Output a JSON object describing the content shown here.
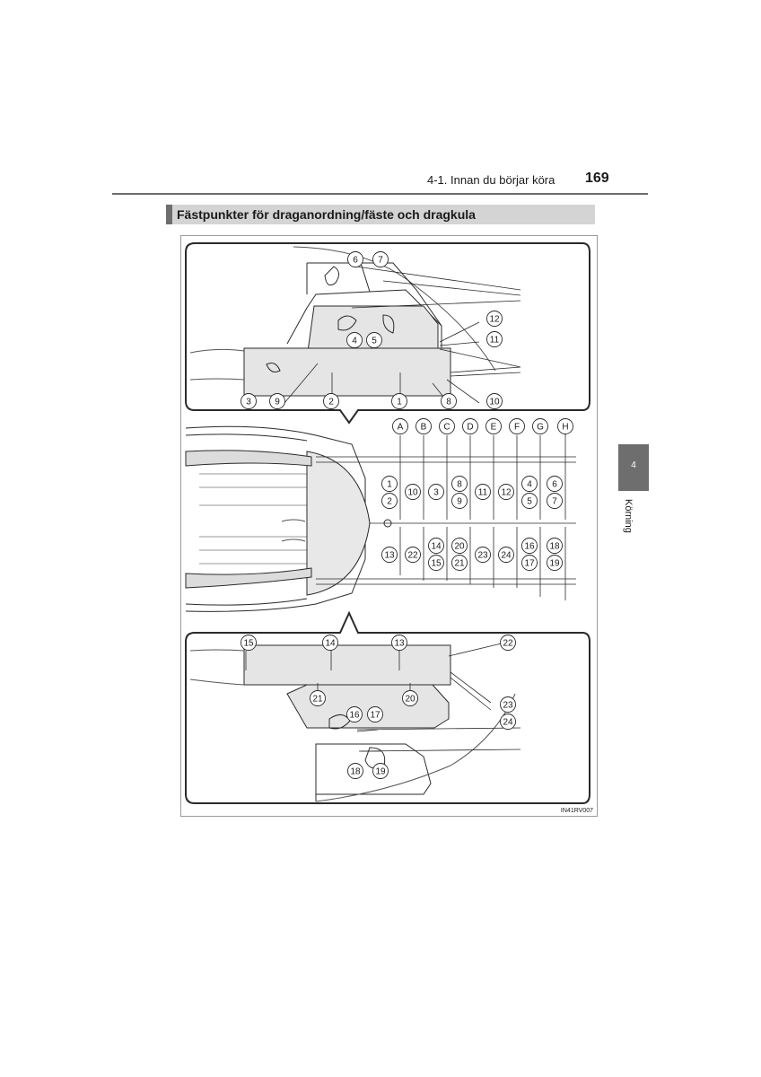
{
  "header": {
    "section": "4-1. Innan du börjar köra",
    "page": "169"
  },
  "section_title": "Fästpunkter för draganordning/fäste och dragkula",
  "chapter": {
    "number": "4",
    "label": "Körning"
  },
  "figure": {
    "code": "IN41RV007",
    "top_callouts": [
      "6",
      "7",
      "12",
      "11",
      "4",
      "5",
      "3",
      "9",
      "2",
      "1",
      "8",
      "10"
    ],
    "letter_labels": [
      "A",
      "B",
      "C",
      "D",
      "E",
      "F",
      "G",
      "H"
    ],
    "upper_measurements": [
      [
        "1",
        "2"
      ],
      [
        "10"
      ],
      [
        "3"
      ],
      [
        "8",
        "9"
      ],
      [
        "11"
      ],
      [
        "12"
      ],
      [
        "4",
        "5"
      ],
      [
        "6",
        "7"
      ]
    ],
    "lower_measurements": [
      [
        "13"
      ],
      [
        "22"
      ],
      [
        "14",
        "15"
      ],
      [
        "20",
        "21"
      ],
      [
        "23"
      ],
      [
        "24"
      ],
      [
        "16",
        "17"
      ],
      [
        "18",
        "19"
      ]
    ],
    "bottom_callouts": [
      "15",
      "14",
      "13",
      "22",
      "21",
      "20",
      "23",
      "16",
      "17",
      "24",
      "18",
      "19"
    ]
  }
}
